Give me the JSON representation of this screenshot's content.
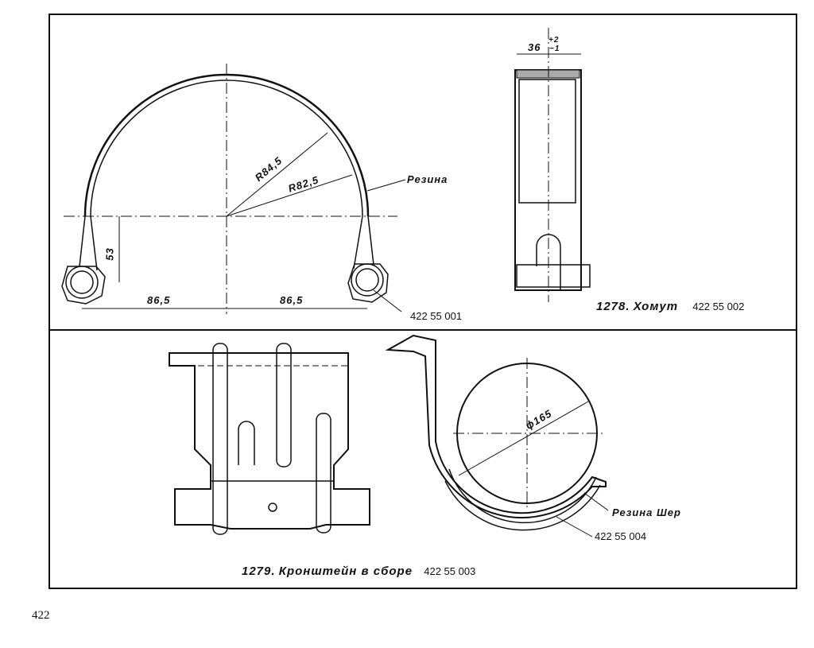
{
  "figure_1278": {
    "dimensions": {
      "r_outer": "R84,5",
      "r_inner": "R82,5",
      "height": "53",
      "half_width_left": "86,5",
      "half_width_right": "86,5",
      "width": "36",
      "tol_upper": "+2",
      "tol_lower": "−1"
    },
    "label_rubber": "Резина",
    "part_number_clamp": "422 55 001",
    "caption_number": "1278.",
    "caption_title": "Хомут",
    "caption_code": "422 55 002"
  },
  "figure_1279": {
    "dimensions": {
      "diameter": "ϕ165"
    },
    "label_rubber": "Резина Шер",
    "part_number_pad": "422 55 004",
    "caption_number": "1279.",
    "caption_title": "Кронштейн в сборе",
    "caption_code": "422 55 003"
  },
  "page_number": "422"
}
